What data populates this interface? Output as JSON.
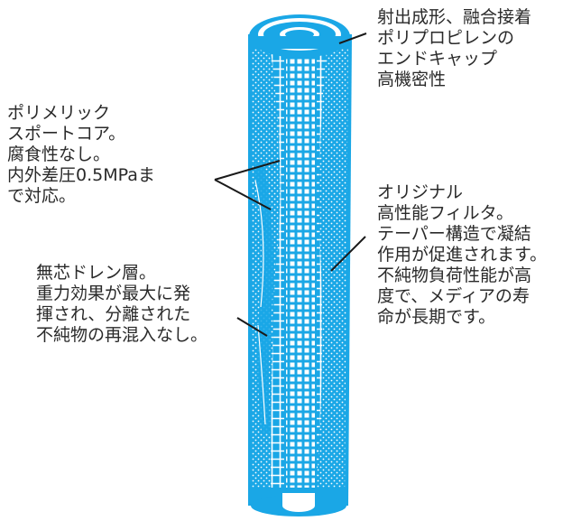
{
  "labels": {
    "end_cap": {
      "lines": [
        "射出成形、融合接着",
        "ポリプロピレンの",
        "エンドキャップ",
        "高機密性"
      ]
    },
    "support_core": {
      "lines": [
        "ポリメリック",
        "スポートコア。",
        "腐食性なし。",
        "内外差圧0.5MPaま",
        "で対応。"
      ]
    },
    "filter_media": {
      "lines": [
        "オリジナル",
        "高性能フィルタ。",
        "テーパー構造で凝結",
        "作用が促進されます。",
        "不純物負荷性能が高",
        "度で、メディアの寿",
        "命が長期です。"
      ]
    },
    "drain_layer": {
      "lines": [
        "無芯ドレン層。",
        "重力効果が最大に発",
        "揮され、分離された",
        "不純物の再混入なし。"
      ]
    }
  },
  "colors": {
    "filter_blue": "#1aa7e6",
    "text": "#2a2a2a",
    "leader_line": "#1a1a1a"
  }
}
